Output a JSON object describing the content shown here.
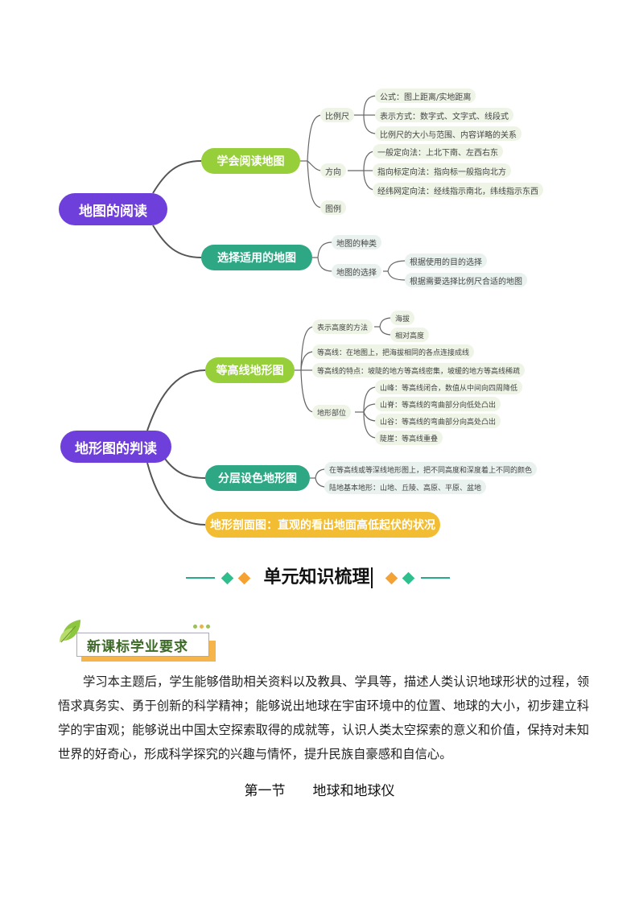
{
  "map1": {
    "root": "地图的阅读",
    "branches": [
      {
        "label": "学会阅读地图",
        "children": [
          {
            "label": "比例尺",
            "children": [
              "公式：图上距离/实地距离",
              "表示方式：数字式、文字式、线段式",
              "比例尺的大小与范围、内容详略的关系"
            ]
          },
          {
            "label": "方向",
            "children": [
              "一般定向法：上北下南、左西右东",
              "指向标定向法：指向标一般指向北方",
              "经纬网定向法：经线指示南北，纬线指示东西"
            ]
          },
          {
            "label": "图例",
            "children": []
          }
        ]
      },
      {
        "label": "选择适用的地图",
        "children": [
          {
            "label": "地图的种类",
            "children": []
          },
          {
            "label": "地图的选择",
            "children": [
              "根据使用的目的选择",
              "根据需要选择比例尺合适的地图"
            ]
          }
        ]
      }
    ]
  },
  "map2": {
    "root": "地形图的判读",
    "branches": [
      {
        "label": "等高线地形图",
        "children": [
          {
            "label": "表示高度的方法",
            "children": [
              "海拔",
              "相对高度"
            ]
          },
          {
            "label": "等高线：在地图上，把海拔相同的各点连接成线",
            "children": []
          },
          {
            "label": "等高线的特点：坡陡的地方等高线密集，坡缓的地方等高线稀疏",
            "children": []
          },
          {
            "label": "地形部位",
            "children": [
              "山峰：等高线闭合，数值从中间向四周降低",
              "山脊：等高线的弯曲部分向低处凸出",
              "山谷：等高线的弯曲部分向高处凸出",
              "陡崖：等高线重叠"
            ]
          }
        ]
      },
      {
        "label": "分层设色地形图",
        "children": [
          {
            "label": "在等高线或等深线地形图上，把不同高度和深度着上不同的颜色",
            "children": []
          },
          {
            "label": "陆地基本地形：山地、丘陵、高原、平原、盆地",
            "children": []
          }
        ]
      },
      {
        "label": "地形剖面图：直观的看出地面高低起伏的状况",
        "children": []
      }
    ]
  },
  "section_banner": {
    "title": "单元知识梳理",
    "colors": {
      "green": "#2fbf8f",
      "orange": "#f4a233",
      "line": "#2aa98a"
    }
  },
  "requirements": {
    "heading": "新课标学业要求",
    "paragraph": "学习本主题后，学生能够借助相关资料以及教具、学具等，描述人类认识地球形状的过程，领悟求真务实、勇于创新的科学精神；能够说出地球在宇宙环境中的位置、地球的大小，初步建立科学的宇宙观；能够说出中国太空探索取得的成就等，认识人类太空探索的意义和价值，保持对未知世界的好奇心，形成科学探究的兴趣与情怀，提升民族自豪感和自信心。"
  },
  "section": {
    "title": "第一节　　地球和地球仪"
  },
  "colors": {
    "root": "#6f3fdc",
    "lime": "#97cf3a",
    "teal": "#2ea784",
    "gold": "#f2bd33"
  }
}
